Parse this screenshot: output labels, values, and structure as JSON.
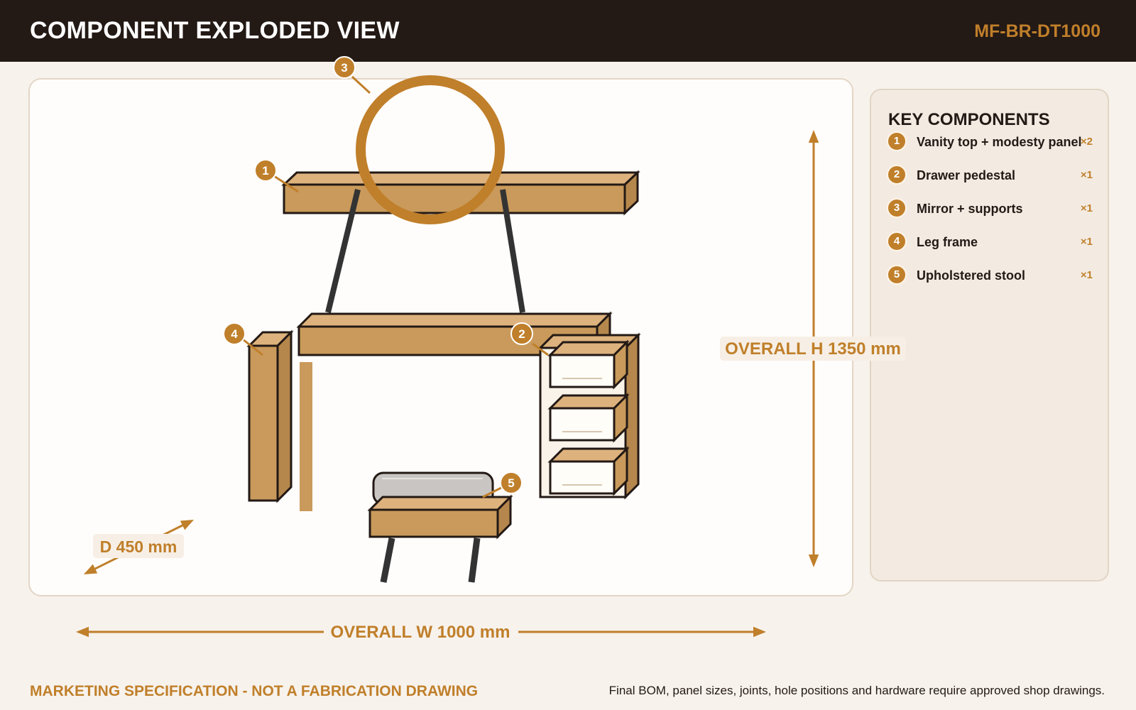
{
  "header": {
    "title": "COMPONENT EXPLODED VIEW",
    "code": "MF-BR-DT1000"
  },
  "key": {
    "title": "KEY COMPONENTS",
    "items": [
      {
        "n": "1",
        "label": "Vanity top + modesty panel",
        "qty": "×2"
      },
      {
        "n": "2",
        "label": "Drawer pedestal",
        "qty": "×1"
      },
      {
        "n": "3",
        "label": "Mirror + supports",
        "qty": "×1"
      },
      {
        "n": "4",
        "label": "Leg frame",
        "qty": "×1"
      },
      {
        "n": "5",
        "label": "Upholstered stool",
        "qty": "×1"
      }
    ]
  },
  "dimensions": {
    "height": "OVERALL H 1350 mm",
    "width": "OVERALL W 1000 mm",
    "depth": "D 450 mm"
  },
  "callouts": [
    "1",
    "2",
    "3",
    "4",
    "5"
  ],
  "footer": {
    "disclaimer": "MARKETING SPECIFICATION - NOT A FABRICATION DRAWING",
    "note": "Final BOM, panel sizes, joints, hole positions and hardware require approved shop drawings."
  },
  "colors": {
    "accent": "#c07f2a",
    "wood_front": "#c99a5b",
    "wood_top": "#ddb27d",
    "dark": "#231915",
    "cream": "#f7f2ec"
  }
}
